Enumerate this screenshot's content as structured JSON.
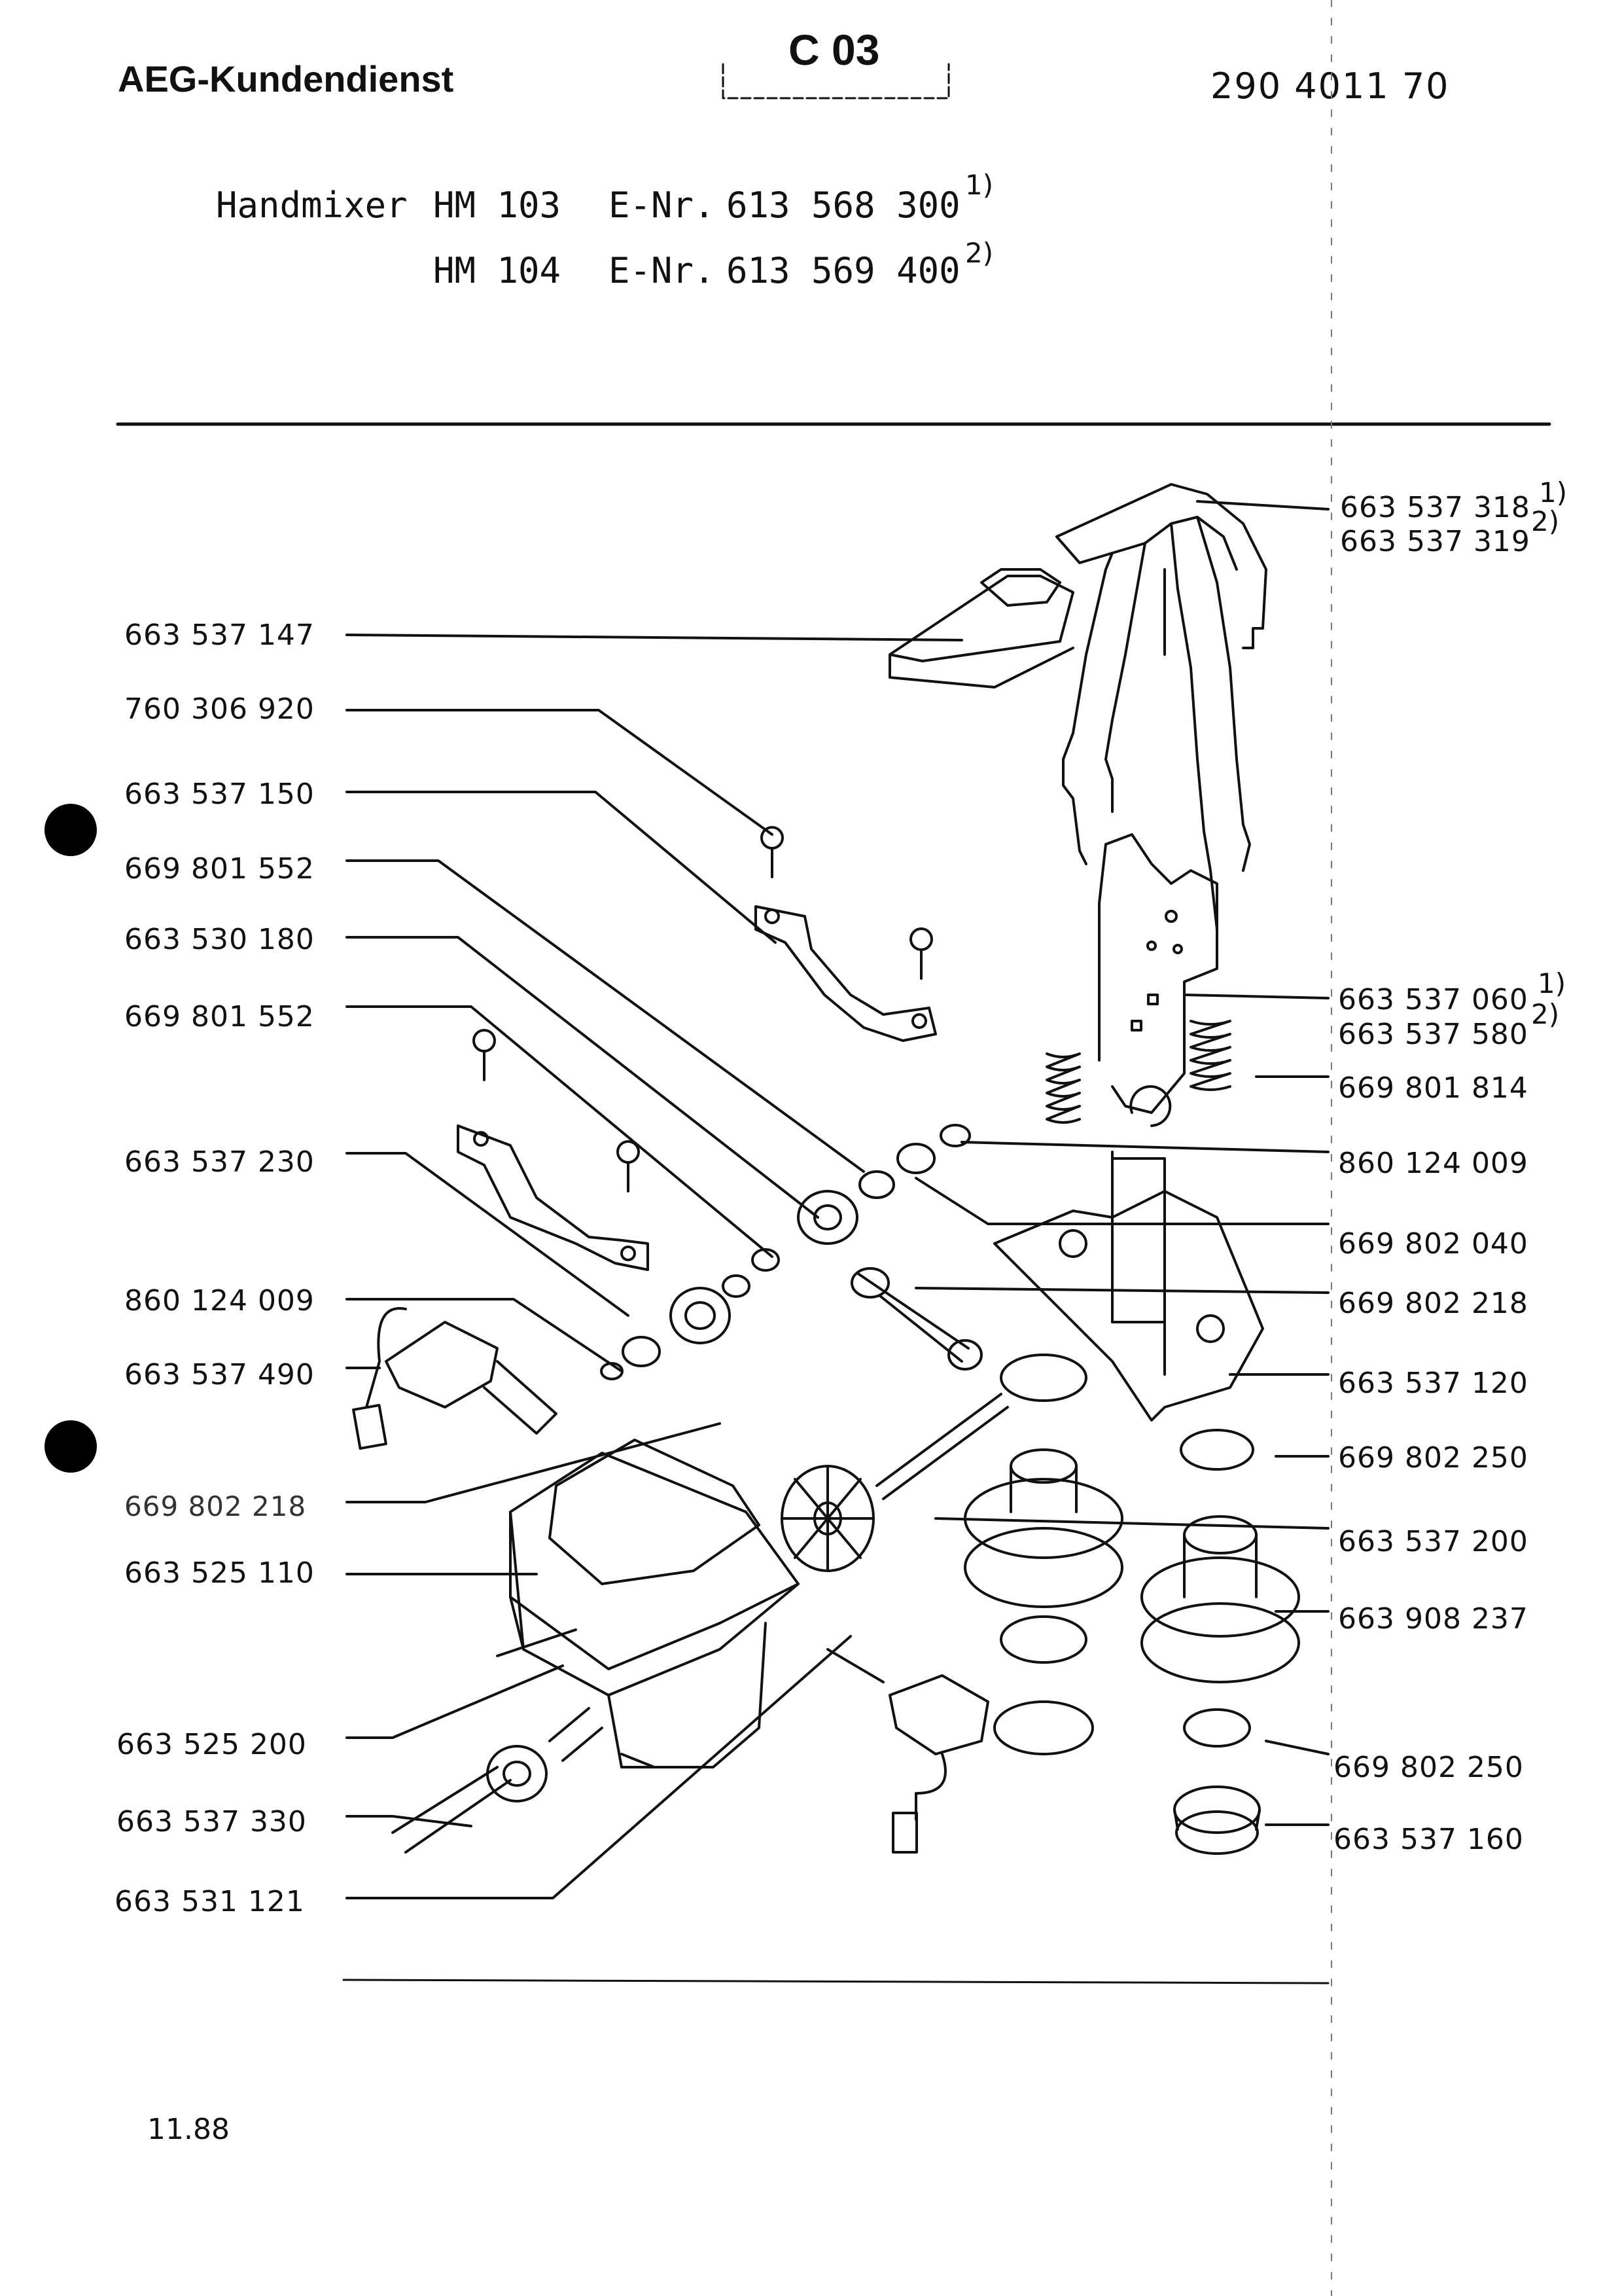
{
  "header": {
    "brand": "AEG-Kundendienst",
    "code": "C 03",
    "doc_number": "290 4011 70"
  },
  "models": [
    {
      "name": "Handmixer",
      "model": "HM 103",
      "enr_label": "E-Nr.",
      "enr": "613 568 300",
      "note": "1)"
    },
    {
      "name": "",
      "model": "HM 104",
      "enr_label": "E-Nr.",
      "enr": "613 569 400",
      "note": "2)"
    }
  ],
  "parts_left": [
    "663 537 147",
    "760 306 920",
    "663 537 150",
    "669 801 552",
    "663 530 180",
    "669 801 552",
    "663 537 230",
    "860 124 009",
    "663 537 490",
    "669 802 218",
    "663 525 110",
    "663 525 200",
    "663 537 330",
    "663 531 121"
  ],
  "parts_right": [
    {
      "a": "663 537 318",
      "b": "663 537 319",
      "note_a": "1)",
      "note_b": "2)"
    },
    {
      "a": "663 537 060",
      "b": "663 537 580",
      "note_a": "1)",
      "note_b": "2)"
    },
    {
      "a": "669 801 814"
    },
    {
      "a": "860 124 009"
    },
    {
      "a": "669 802 040"
    },
    {
      "a": "669 802 218"
    },
    {
      "a": "663 537 120"
    },
    {
      "a": "669 802 250"
    },
    {
      "a": "663 537 200"
    },
    {
      "a": "663 908 237"
    },
    {
      "a": "669 802 250"
    },
    {
      "a": "663 537 160"
    }
  ],
  "footer": {
    "date": "11.88"
  }
}
